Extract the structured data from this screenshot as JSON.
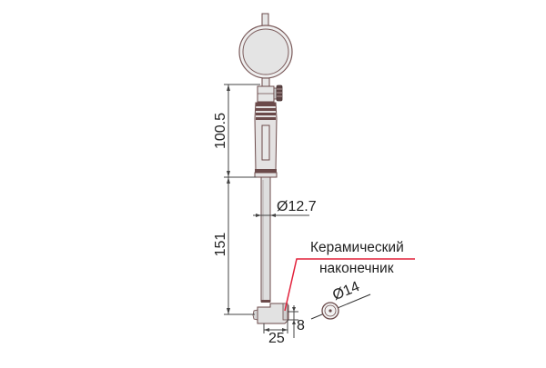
{
  "figure": {
    "subject": "bore-gauge-with-dial-indicator",
    "colors": {
      "outline": "#6b4a4a",
      "fill_light": "#e6e6e6",
      "grip_dark": "#5c4444",
      "dimension_line": "#333333",
      "leader_red": "#e2203a",
      "text": "#222222"
    }
  },
  "dimensions": {
    "upper_length": "100.5",
    "lower_length": "151",
    "rod_diameter": "Ø12.7",
    "head_width": "25",
    "head_height": "8",
    "tip_diameter": "Ø14"
  },
  "callout": {
    "line1": "Керамический",
    "line2": "наконечник"
  }
}
